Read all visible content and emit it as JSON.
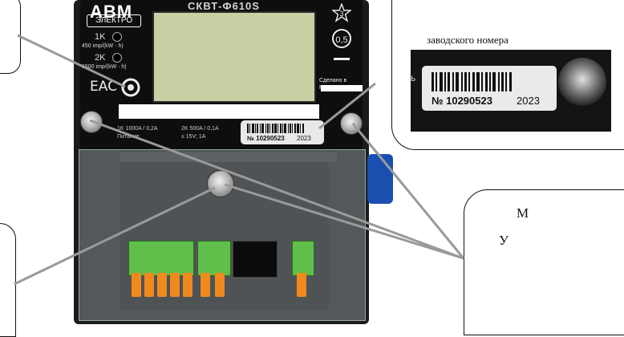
{
  "meter": {
    "brand": "АВМ",
    "sub_brand": "ЭЛЕКТРО",
    "lcd_model": "СКВТ-Ф610S",
    "led1_label": "1K",
    "led1_rate": "450 imp/(kW · h)",
    "led2_label": "2K",
    "led2_rate": "1500 imp/(kW · h)",
    "eac": "EAC",
    "star_number": "3",
    "accuracy_class": "0,5",
    "made_in": "Сделано в России",
    "spec_line1": "1K 1000A / 0,2A",
    "spec_line2": "Питание",
    "spec_line3": "2K 500A / 0,1A",
    "spec_line4": "± 15V; 1A"
  },
  "serial_tag": {
    "serial_number": "№ 10290523",
    "year": "2023"
  },
  "zoom_callout": {
    "caption": "заводского номера",
    "fragment": "ь"
  },
  "right_callout": {
    "text_line1": "М",
    "text_line2": "У"
  },
  "icons": {
    "star": "star-icon",
    "eac": "eac-mark-icon",
    "screw": "seal-screw-icon"
  },
  "colors": {
    "meter_body": "#1b1b1b",
    "lcd": "#c9d0a4",
    "terminal_green": "#5fbf4a",
    "terminal_orange": "#f08a1e",
    "knob_blue": "#1a4fb0",
    "leader_line": "#9a9a9a"
  }
}
